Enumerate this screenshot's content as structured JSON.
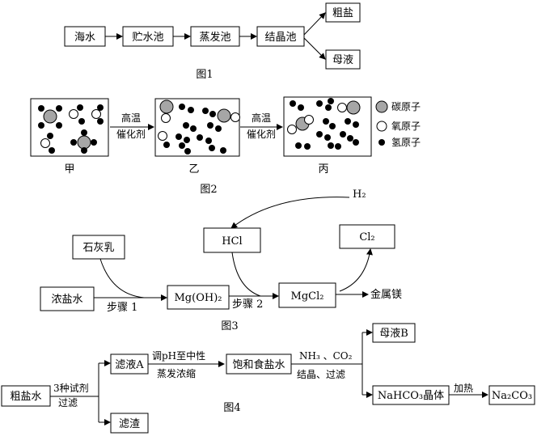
{
  "colors": {
    "carbon": "#a6a6a6",
    "oxygen": "#ffffff",
    "hydrogen": "#000000",
    "stroke": "#000000"
  },
  "fig1": {
    "caption": "图1",
    "nodes": {
      "seawater": "海水",
      "reservoir": "贮水池",
      "evaporation": "蒸发池",
      "crystallization": "结晶池",
      "crude_salt": "粗盐",
      "mother_liquor": "母液"
    }
  },
  "fig2": {
    "caption": "图2",
    "condition_top": "高温",
    "condition_bottom": "催化剂",
    "labels": {
      "jia": "甲",
      "yi": "乙",
      "bing": "丙"
    },
    "legend": {
      "carbon": "碳原子",
      "oxygen": "氧原子",
      "hydrogen": "氢原子"
    }
  },
  "fig3": {
    "caption": "图3",
    "nodes": {
      "h2": "H₂",
      "hcl": "HCl",
      "cl2": "Cl₂",
      "lime_milk": "石灰乳",
      "conc_brine": "浓盐水",
      "mgoh2": "Mg(OH)₂",
      "mgcl2": "MgCl₂",
      "mg_metal": "金属镁"
    },
    "steps": {
      "step1": "步骤 1",
      "step2": "步骤 2"
    }
  },
  "fig4": {
    "caption": "图4",
    "nodes": {
      "crude_brine": "粗盐水",
      "filtrate_a": "滤液A",
      "residue": "滤渣",
      "sat_brine": "饱和食盐水",
      "mother_b": "母液B",
      "nahco3": "NaHCO₃晶体",
      "na2co3": "Na₂CO₃"
    },
    "conditions": {
      "reagents": "3种试剂",
      "filter": "过滤",
      "adjust_ph": "调pH至中性",
      "evaporate": "蒸发浓缩",
      "gases": "NH₃ 、CO₂",
      "crystallize": "结晶、过滤",
      "heat": "加热"
    }
  }
}
